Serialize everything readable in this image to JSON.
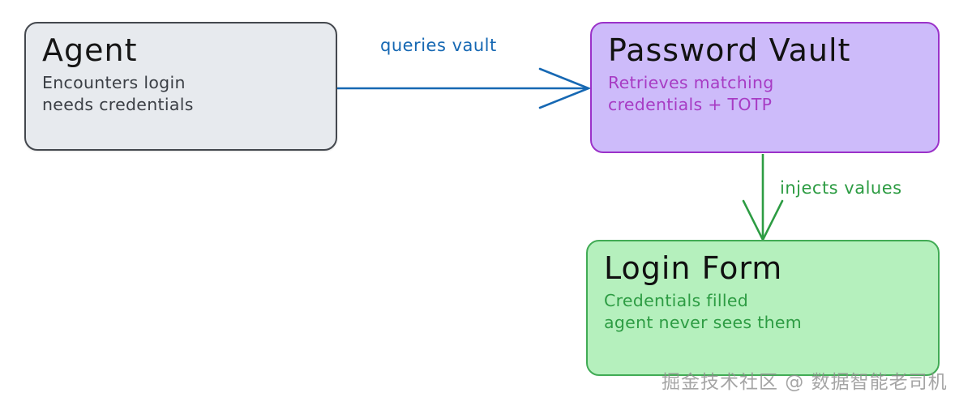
{
  "diagram": {
    "type": "flowchart",
    "background": "#ffffff",
    "nodes": [
      {
        "id": "agent",
        "title": "Agent",
        "subtitle_lines": [
          "Encounters login",
          "needs credentials"
        ],
        "fill": "#e7eaee",
        "stroke": "#44484e",
        "title_color": "#161616",
        "subtitle_color": "#3b3f45"
      },
      {
        "id": "vault",
        "title": "Password Vault",
        "subtitle_lines": [
          "Retrieves matching",
          "credentials + TOTP"
        ],
        "fill": "#cdbbfa",
        "stroke": "#9b32c9",
        "title_color": "#121212",
        "subtitle_color": "#a73cc4"
      },
      {
        "id": "login",
        "title": "Login Form",
        "subtitle_lines": [
          "Credentials filled",
          "agent never sees them"
        ],
        "fill": "#b5f0bd",
        "stroke": "#41ab55",
        "title_color": "#101010",
        "subtitle_color": "#2d9c43"
      }
    ],
    "edges": [
      {
        "id": "agent-to-vault",
        "label": "queries vault",
        "from": "agent",
        "to": "vault",
        "color": "#1668b3",
        "direction": "horizontal"
      },
      {
        "id": "vault-to-login",
        "label": "injects values",
        "from": "vault",
        "to": "login",
        "color": "#2d9c43",
        "direction": "vertical"
      }
    ],
    "watermark": "掘金技术社区 @ 数据智能老司机"
  }
}
